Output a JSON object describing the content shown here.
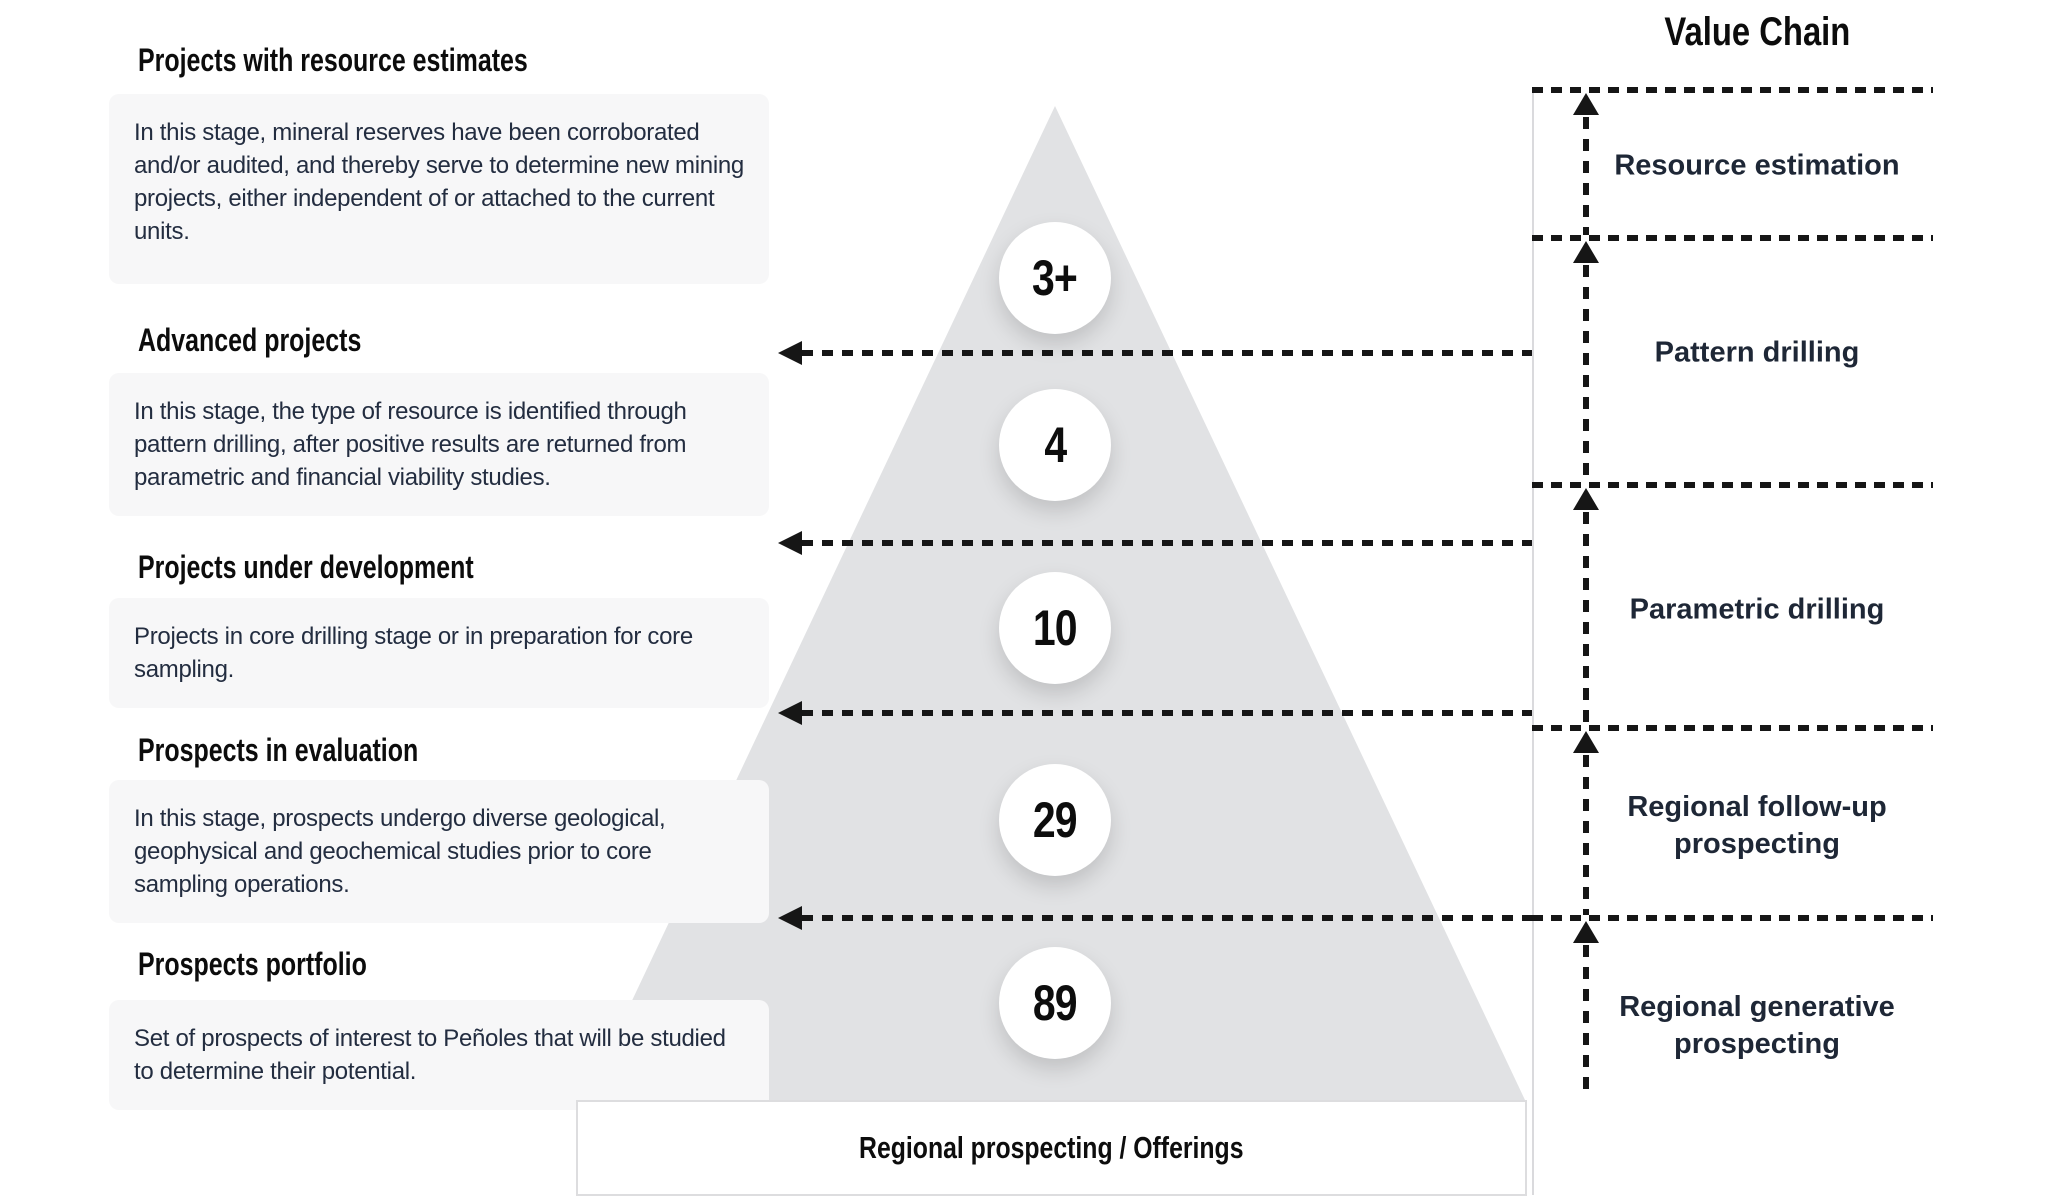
{
  "left_sections": [
    {
      "title": "Projects with resource estimates",
      "description": "In this stage, mineral reserves have been corroborated and/or audited, and thereby serve to determine new mining projects, either independent of or attached to the current units."
    },
    {
      "title": "Advanced projects",
      "description": "In this stage, the type of resource is identified through pattern drilling, after positive results are returned from parametric and financial viability studies."
    },
    {
      "title": "Projects under development",
      "description": "Projects in core drilling stage or in preparation for core sampling."
    },
    {
      "title": "Prospects in evaluation",
      "description": "In this stage, prospects undergo diverse geological, geophysical and geochemical studies prior to core sampling operations."
    },
    {
      "title": "Prospects portfolio",
      "description": "Set of prospects of interest to Peñoles that will be studied to determine their potential."
    }
  ],
  "pyramid": {
    "counts": [
      "3+",
      "4",
      "10",
      "29",
      "89"
    ],
    "color": "#e1e2e4"
  },
  "value_chain": {
    "title": "Value Chain",
    "stages": [
      "Resource estimation",
      "Pattern drilling",
      "Parametric drilling",
      "Regional follow-up prospecting",
      "Regional generative prospecting"
    ]
  },
  "footer": {
    "label": "Regional prospecting / Offerings"
  },
  "colors": {
    "line": "#161616",
    "pyramid_fill": "#e1e2e4",
    "panel_fill": "#f7f7f8",
    "body_text": "#232d40",
    "stage_text": "#1e2736",
    "border_light": "#dddddf"
  }
}
